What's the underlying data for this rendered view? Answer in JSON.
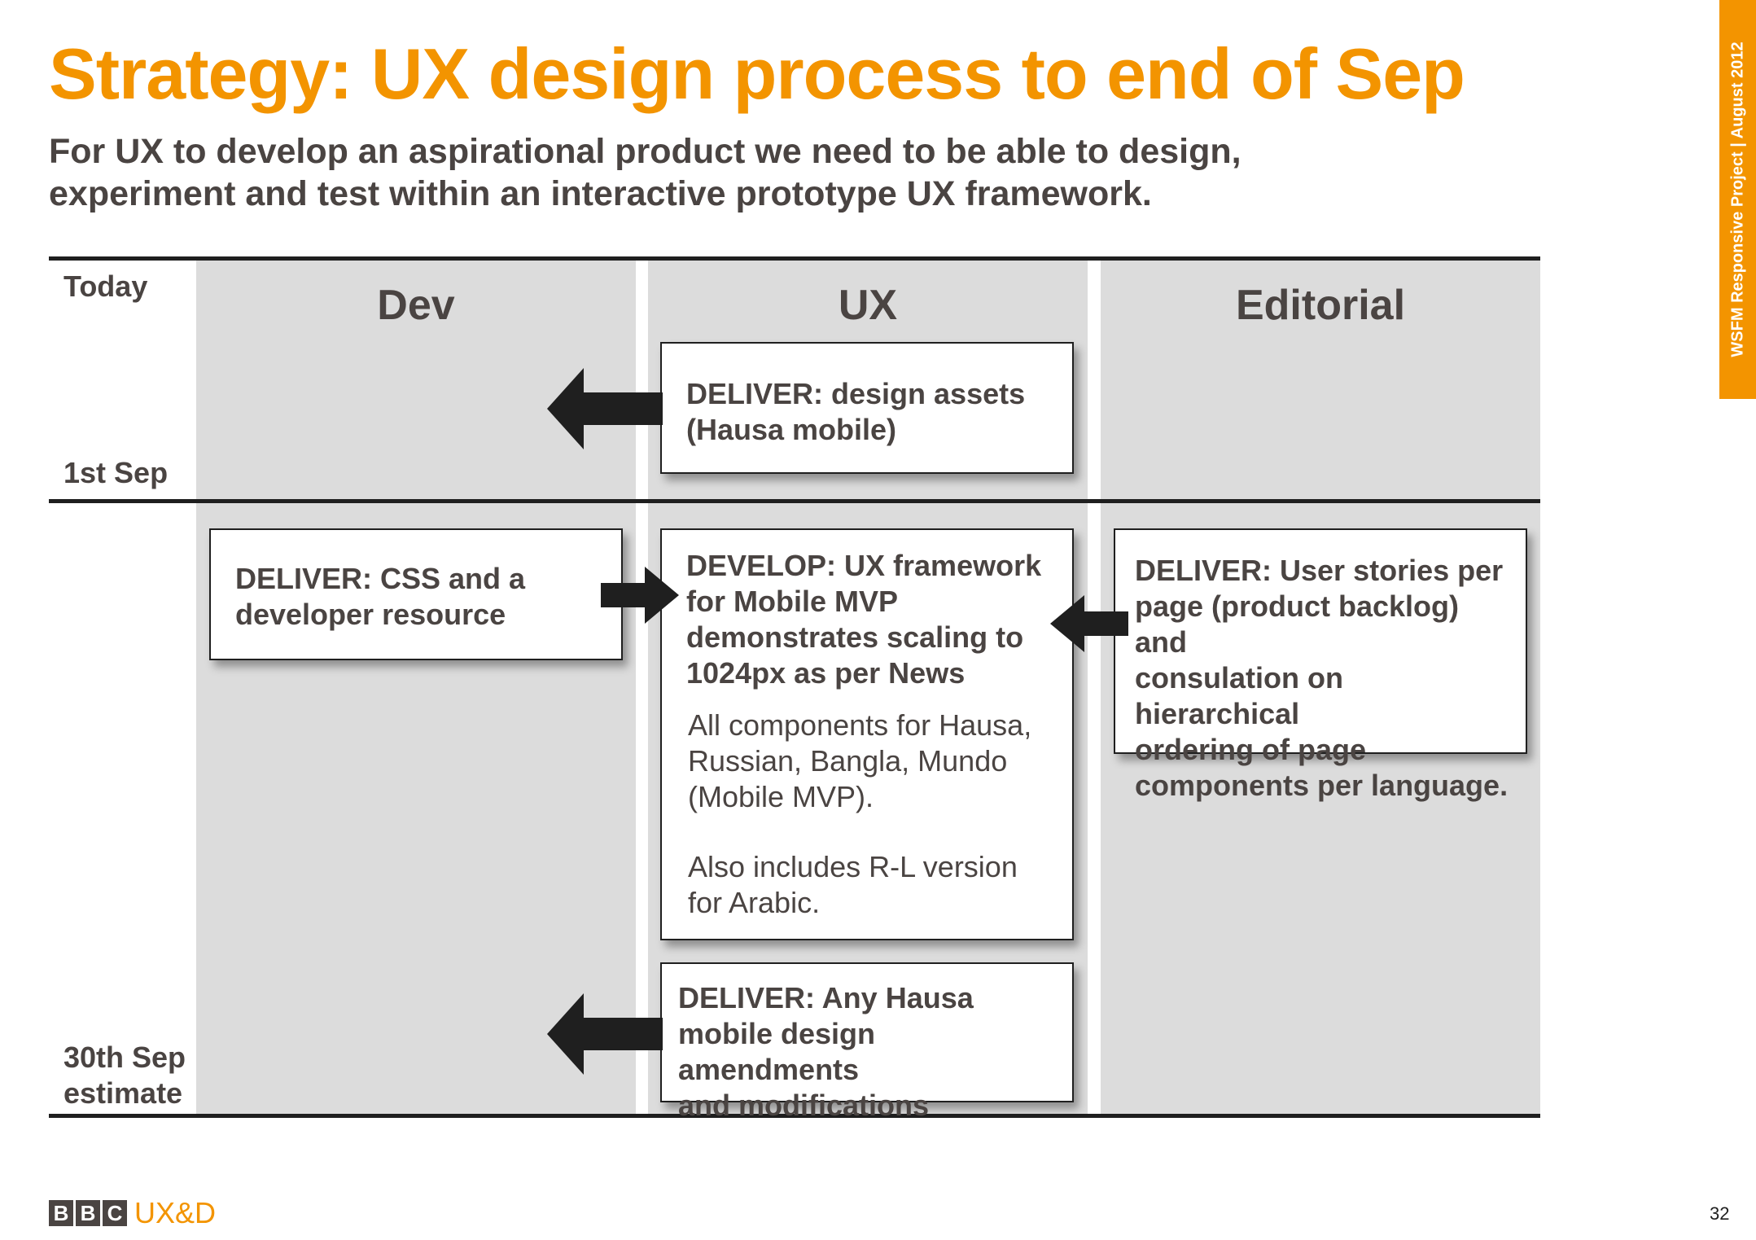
{
  "title": "Strategy: UX design process to end of Sep",
  "subtitle": "For UX to develop an aspirational product we need to be able to design, experiment and test within an interactive prototype UX framework.",
  "side_tab": "WSFM  Responsive Project  |  August  2012",
  "columns": {
    "dev": "Dev",
    "ux": "UX",
    "editorial": "Editorial"
  },
  "timeline": {
    "today": "Today",
    "sep1": "1st Sep",
    "sep30_line1": "30th Sep",
    "sep30_line2": "estimate"
  },
  "cards": {
    "design_assets": {
      "line1": "DELIVER: design assets",
      "line2": "(Hausa mobile)"
    },
    "css_resource": {
      "line1": "DELIVER: CSS and a",
      "line2": "developer resource"
    },
    "ux_framework": {
      "line1": "DEVELOP: UX framework",
      "line2": "for Mobile MVP",
      "line3": "demonstrates scaling to",
      "line4": "1024px as per News",
      "detail1_line1": "All components for Hausa,",
      "detail1_line2": "Russian, Bangla, Mundo",
      "detail1_line3": "(Mobile MVP).",
      "detail2_line1": "Also includes R-L version",
      "detail2_line2": "for Arabic."
    },
    "user_stories": {
      "line1": "DELIVER: User stories per",
      "line2": "page (product backlog) and",
      "line3": "consulation on hierarchical",
      "line4": "ordering of page",
      "line5": "components per language."
    },
    "amendments": {
      "line1": "DELIVER: Any Hausa",
      "line2": "mobile design amendments",
      "line3": "and modifications"
    }
  },
  "footer": {
    "logo_b1": "B",
    "logo_b2": "B",
    "logo_c": "C",
    "logo_text": "UX&D",
    "page_number": "32"
  },
  "colors": {
    "accent": "#f39400",
    "text": "#4a4442",
    "column_bg": "#dcdcdc",
    "rule": "#1f1f1f"
  }
}
